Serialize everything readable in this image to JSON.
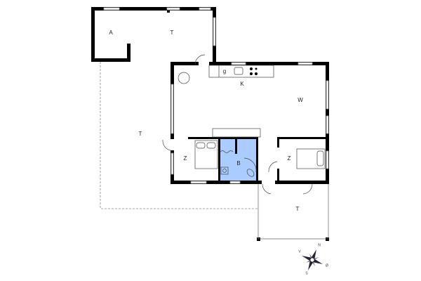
{
  "plan": {
    "rooms": [
      {
        "id": "annex",
        "label": "A"
      },
      {
        "id": "covered-terrace",
        "label": "T"
      },
      {
        "id": "kitchen",
        "label": "K"
      },
      {
        "id": "living",
        "label": "W"
      },
      {
        "id": "terrace-west",
        "label": "T"
      },
      {
        "id": "bedroom-1",
        "label": "Z"
      },
      {
        "id": "bathroom",
        "label": "B"
      },
      {
        "id": "bedroom-2",
        "label": "Z"
      },
      {
        "id": "terrace-south",
        "label": "T"
      }
    ],
    "kitchen_label": "g",
    "colors": {
      "wall": "#000000",
      "bathroom": "#aaccff",
      "window": "#999999"
    },
    "compass": {
      "n": "N",
      "e": "Ø",
      "s": "S",
      "w": "V"
    }
  }
}
